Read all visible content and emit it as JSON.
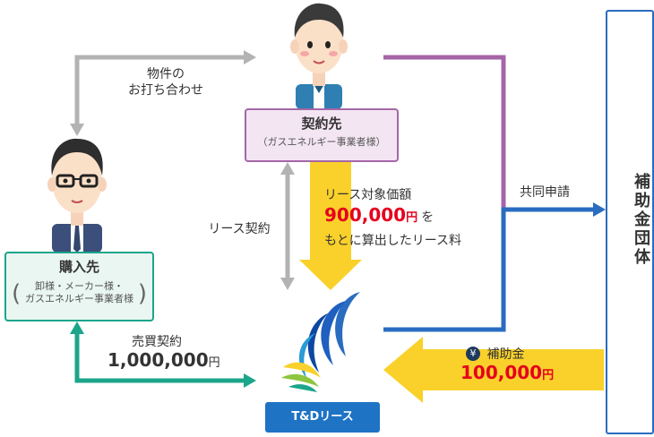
{
  "contractor": {
    "title": "契約先",
    "subtitle": "（ガスエネルギー事業者様）"
  },
  "buyer": {
    "title": "購入先",
    "subtitle_line1": "卸様・メーカー様・",
    "subtitle_line2": "ガスエネルギー事業者様"
  },
  "subsidy_org": {
    "label": "補助金団体"
  },
  "lessor": {
    "logo_label": "T&Dリース"
  },
  "labels": {
    "inspection_line1": "物件の",
    "inspection_line2": "お打ち合わせ",
    "lease_contract": "リース契約",
    "lease_value_line1": "リース対象価額",
    "lease_value_amount": "900,000",
    "yen": "円",
    "lease_value_suffix": "を",
    "lease_value_line3": "もとに算出したリース料",
    "joint_application": "共同申請",
    "sales_contract": "売買契約",
    "sales_amount": "1,000,000",
    "subsidy": "補助金",
    "subsidy_amount": "100,000",
    "yen_symbol": "¥"
  },
  "colors": {
    "gray_arrow": "#b3b3b3",
    "purple_line": "#a566a8",
    "blue_line": "#2a6cc0",
    "yellow_arrow": "#f9d12a",
    "teal_arrow": "#1ba58a",
    "red_amount": "#e6001e",
    "logo_blue": "#1e5fc0",
    "contractor_box_bg": "#f3e6f2",
    "buyer_box_bg": "#e9f6f1"
  }
}
